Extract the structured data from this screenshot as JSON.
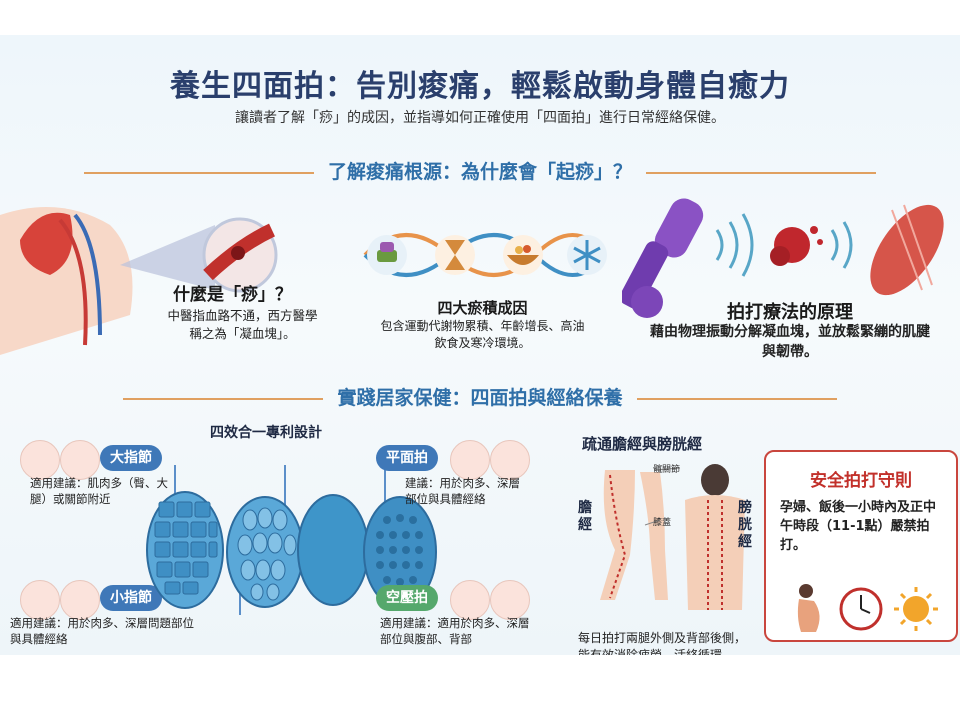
{
  "header": {
    "title": "養生四面拍：告別痠痛，輕鬆啟動身體自癒力",
    "subtitle": "讓讀者了解「痧」的成因，並指導如何正確使用「四面拍」進行日常經絡保健。"
  },
  "section1": {
    "heading": "了解痠痛根源：為什麼會「起痧」？",
    "what_is_sha": {
      "title": "什麼是「痧」？",
      "body": "中醫指血路不通，西方醫學稱之為「凝血塊」。"
    },
    "causes": {
      "title": "四大瘀積成因",
      "body": "包含運動代謝物累積、年齡增長、高油飲食及寒冷環境。"
    },
    "principle": {
      "title": "拍打療法的原理",
      "body": "藉由物理振動分解凝血塊，並放鬆緊繃的肌腱與韌帶。"
    }
  },
  "section2": {
    "heading": "實踐居家保健：四面拍與經絡保養",
    "design_title": "四效合一專利設計",
    "faces": {
      "big_finger": {
        "label": "大指節",
        "advice": "適用建議：肌肉多（臀、大腿）或關節附近"
      },
      "small_finger": {
        "label": "小指節",
        "advice": "適用建議：用於肉多、深層問題部位與具體經絡"
      },
      "flat": {
        "label": "平面拍",
        "advice": "建議：用於肉多、深層部位與具體經絡"
      },
      "air": {
        "label": "空壓拍",
        "advice": "適用建議：適用於肉多、深層部位與腹部、背部"
      }
    },
    "meridians": {
      "title": "疏通膽經與膀胱經",
      "left_label": "膽經",
      "right_label": "膀胱經",
      "tag1": "髖關節",
      "tag2": "膝蓋",
      "body": "每日拍打兩腿外側及背部後側，能有效消除疲勞、活絡循環。"
    },
    "safety": {
      "title": "安全拍打守則",
      "body": "孕婦、飯後一小時內及正中午時段（11-1點）嚴禁拍打。"
    }
  },
  "colors": {
    "title": "#2a3f6c",
    "section_heading": "#2f6fa8",
    "accent_line": "#e0a060",
    "blue_pill": "#3f78b8",
    "green_pill": "#55a86c",
    "safety_red": "#c2302a"
  }
}
